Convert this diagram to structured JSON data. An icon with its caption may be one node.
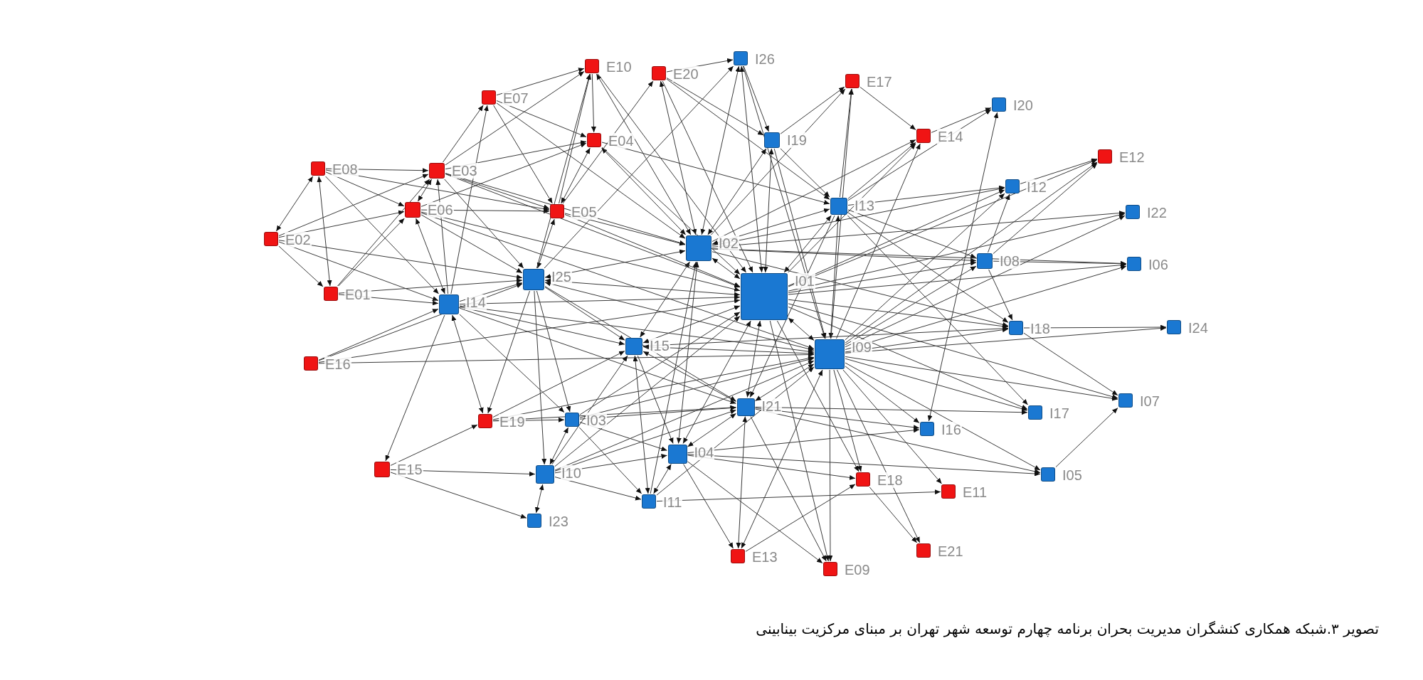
{
  "diagram": {
    "caption": "تصویر ۳.شبکه همکاری کنشگران مدیریت بحران برنامه چهارم توسعه شهر تهران بر مبنای مرکزیت بینابینی",
    "nodes": [
      {
        "text": [],
        "shape": "box",
        "beside": [
          "I26"
        ]
      },
      {
        "text": [],
        "shape": "box",
        "beside": [
          "E10"
        ]
      },
      {
        "text": [],
        "shape": "box",
        "beside": [
          "E20"
        ]
      },
      {
        "text": [],
        "shape": "box",
        "beside": [
          "E17"
        ]
      },
      {
        "text": [],
        "shape": "box",
        "beside": [
          "E07"
        ]
      },
      {
        "text": [],
        "shape": "box",
        "beside": [
          "I20"
        ]
      },
      {
        "text": [],
        "shape": "box",
        "beside": [
          "E14"
        ]
      },
      {
        "text": [],
        "shape": "box",
        "beside": [
          "E04"
        ]
      },
      {
        "text": [],
        "shape": "box",
        "beside": [
          "I19"
        ]
      },
      {
        "text": [],
        "shape": "box",
        "beside": [
          "E12"
        ]
      },
      {
        "text": [],
        "shape": "box",
        "beside": [
          "E08"
        ]
      },
      {
        "text": [],
        "shape": "box",
        "beside": [
          "E03"
        ]
      },
      {
        "text": [],
        "shape": "box",
        "beside": [
          "I12"
        ]
      },
      {
        "text": [],
        "shape": "box",
        "beside": [
          "I13"
        ]
      },
      {
        "text": [],
        "shape": "box",
        "beside": [
          "E06"
        ]
      },
      {
        "text": [],
        "shape": "box",
        "beside": [
          "E05"
        ]
      },
      {
        "text": [],
        "shape": "box",
        "beside": [
          "I22"
        ]
      },
      {
        "text": [],
        "shape": "box",
        "beside": [
          "E02"
        ]
      },
      {
        "text": [],
        "shape": "box",
        "beside": [
          "I02"
        ]
      },
      {
        "text": [],
        "shape": "box",
        "beside": [
          "I08"
        ]
      },
      {
        "text": [],
        "shape": "box",
        "beside": [
          "I06"
        ]
      },
      {
        "text": [],
        "shape": "box",
        "beside": [
          "I25"
        ]
      },
      {
        "text": [],
        "shape": "box",
        "beside": [
          "E01"
        ]
      },
      {
        "text": [],
        "shape": "box",
        "beside": [
          "I01"
        ]
      },
      {
        "text": [],
        "shape": "box",
        "beside": [
          "I14"
        ]
      },
      {
        "text": [],
        "shape": "box",
        "beside": [
          "I24"
        ]
      },
      {
        "text": [],
        "shape": "box",
        "beside": [
          "I18"
        ]
      },
      {
        "text": [],
        "shape": "box",
        "beside": [
          "I15"
        ]
      },
      {
        "text": [],
        "shape": "box",
        "beside": [
          "I09"
        ]
      },
      {
        "text": [],
        "shape": "box",
        "beside": [
          "E16"
        ]
      },
      {
        "text": [],
        "shape": "box",
        "beside": [
          "I07"
        ]
      },
      {
        "text": [],
        "shape": "box",
        "beside": [
          "I21"
        ]
      },
      {
        "text": [],
        "shape": "box",
        "beside": [
          "I17"
        ]
      },
      {
        "text": [],
        "shape": "box",
        "beside": [
          "I03"
        ]
      },
      {
        "text": [],
        "shape": "box",
        "beside": [
          "E19"
        ]
      },
      {
        "text": [],
        "shape": "box",
        "beside": [
          "I16"
        ]
      },
      {
        "text": [],
        "shape": "box",
        "beside": [
          "I04"
        ]
      },
      {
        "text": [],
        "shape": "box",
        "beside": [
          "E15"
        ]
      },
      {
        "text": [],
        "shape": "box",
        "beside": [
          "I10"
        ]
      },
      {
        "text": [],
        "shape": "box",
        "beside": [
          "I05"
        ]
      },
      {
        "text": [],
        "shape": "box",
        "beside": [
          "E18"
        ]
      },
      {
        "text": [],
        "shape": "box",
        "beside": [
          "E11"
        ]
      },
      {
        "text": [],
        "shape": "box",
        "beside": [
          "I11"
        ]
      },
      {
        "text": [],
        "shape": "box",
        "beside": [
          "I23"
        ]
      },
      {
        "text": [],
        "shape": "box",
        "beside": [
          "E21"
        ]
      },
      {
        "text": [],
        "shape": "box",
        "beside": [
          "E13"
        ]
      },
      {
        "text": [],
        "shape": "box",
        "beside": [
          "E09"
        ]
      }
    ],
    "edges": [
      {
        "from": 10,
        "to": 11,
        "arrow": "to"
      },
      {
        "from": 17,
        "to": 10,
        "arrow": "both"
      },
      {
        "from": 10,
        "to": 22,
        "arrow": "both"
      },
      {
        "from": 17,
        "to": 22,
        "arrow": "to"
      },
      {
        "from": 17,
        "to": 11,
        "arrow": "to"
      },
      {
        "from": 17,
        "to": 14,
        "arrow": "to"
      },
      {
        "from": 17,
        "to": 21,
        "arrow": "to"
      },
      {
        "from": 17,
        "to": 24,
        "arrow": "to"
      },
      {
        "from": 10,
        "to": 14,
        "arrow": "to"
      },
      {
        "from": 10,
        "to": 24,
        "arrow": "to"
      },
      {
        "from": 10,
        "to": 15,
        "arrow": "to"
      },
      {
        "from": 22,
        "to": 11,
        "arrow": "to"
      },
      {
        "from": 22,
        "to": 14,
        "arrow": "to"
      },
      {
        "from": 22,
        "to": 21,
        "arrow": "to"
      },
      {
        "from": 22,
        "to": 24,
        "arrow": "to"
      },
      {
        "from": 14,
        "to": 11,
        "arrow": "both"
      },
      {
        "from": 14,
        "to": 15,
        "arrow": "to"
      },
      {
        "from": 14,
        "to": 7,
        "arrow": "to"
      },
      {
        "from": 14,
        "to": 24,
        "arrow": "both"
      },
      {
        "from": 14,
        "to": 21,
        "arrow": "to"
      },
      {
        "from": 14,
        "to": 23,
        "arrow": "to"
      },
      {
        "from": 11,
        "to": 4,
        "arrow": "to"
      },
      {
        "from": 11,
        "to": 1,
        "arrow": "to"
      },
      {
        "from": 11,
        "to": 7,
        "arrow": "to"
      },
      {
        "from": 11,
        "to": 15,
        "arrow": "to"
      },
      {
        "from": 11,
        "to": 21,
        "arrow": "to"
      },
      {
        "from": 11,
        "to": 18,
        "arrow": "to"
      },
      {
        "from": 4,
        "to": 7,
        "arrow": "to"
      },
      {
        "from": 4,
        "to": 15,
        "arrow": "to"
      },
      {
        "from": 4,
        "to": 1,
        "arrow": "to"
      },
      {
        "from": 4,
        "to": 18,
        "arrow": "to"
      },
      {
        "from": 24,
        "to": 4,
        "arrow": "to"
      },
      {
        "from": 21,
        "to": 15,
        "arrow": "both"
      },
      {
        "from": 15,
        "to": 1,
        "arrow": "to"
      },
      {
        "from": 1,
        "to": 7,
        "arrow": "to"
      },
      {
        "from": 24,
        "to": 21,
        "arrow": "to"
      },
      {
        "from": 24,
        "to": 11,
        "arrow": "to"
      },
      {
        "from": 7,
        "to": 15,
        "arrow": "both"
      },
      {
        "from": 21,
        "to": 1,
        "arrow": "to"
      },
      {
        "from": 2,
        "to": 0,
        "arrow": "to"
      },
      {
        "from": 15,
        "to": 2,
        "arrow": "to"
      },
      {
        "from": 1,
        "to": 18,
        "arrow": "both"
      },
      {
        "from": 2,
        "to": 18,
        "arrow": "both"
      },
      {
        "from": 2,
        "to": 8,
        "arrow": "to"
      },
      {
        "from": 2,
        "to": 13,
        "arrow": "to"
      },
      {
        "from": 0,
        "to": 8,
        "arrow": "to"
      },
      {
        "from": 0,
        "to": 18,
        "arrow": "both"
      },
      {
        "from": 0,
        "to": 23,
        "arrow": "both"
      },
      {
        "from": 0,
        "to": 28,
        "arrow": "to"
      },
      {
        "from": 21,
        "to": 0,
        "arrow": "to"
      },
      {
        "from": 8,
        "to": 3,
        "arrow": "to"
      },
      {
        "from": 18,
        "to": 3,
        "arrow": "to"
      },
      {
        "from": 13,
        "to": 3,
        "arrow": "to"
      },
      {
        "from": 3,
        "to": 6,
        "arrow": "to"
      },
      {
        "from": 7,
        "to": 13,
        "arrow": "to"
      },
      {
        "from": 8,
        "to": 13,
        "arrow": "to"
      },
      {
        "from": 8,
        "to": 23,
        "arrow": "both"
      },
      {
        "from": 8,
        "to": 18,
        "arrow": "both"
      },
      {
        "from": 18,
        "to": 13,
        "arrow": "both"
      },
      {
        "from": 13,
        "to": 23,
        "arrow": "both"
      },
      {
        "from": 18,
        "to": 23,
        "arrow": "both"
      },
      {
        "from": 18,
        "to": 19,
        "arrow": "to"
      },
      {
        "from": 7,
        "to": 18,
        "arrow": "both"
      },
      {
        "from": 7,
        "to": 23,
        "arrow": "to"
      },
      {
        "from": 1,
        "to": 23,
        "arrow": "to"
      },
      {
        "from": 2,
        "to": 23,
        "arrow": "to"
      },
      {
        "from": 8,
        "to": 28,
        "arrow": "to"
      },
      {
        "from": 6,
        "to": 5,
        "arrow": "to"
      },
      {
        "from": 13,
        "to": 5,
        "arrow": "to"
      },
      {
        "from": 5,
        "to": 35,
        "arrow": "both"
      },
      {
        "from": 12,
        "to": 9,
        "arrow": "to"
      },
      {
        "from": 19,
        "to": 12,
        "arrow": "to"
      },
      {
        "from": 19,
        "to": 26,
        "arrow": "to"
      },
      {
        "from": 19,
        "to": 20,
        "arrow": "to"
      },
      {
        "from": 19,
        "to": 9,
        "arrow": "to"
      },
      {
        "from": 28,
        "to": 9,
        "arrow": "to"
      },
      {
        "from": 28,
        "to": 16,
        "arrow": "to"
      },
      {
        "from": 28,
        "to": 20,
        "arrow": "to"
      },
      {
        "from": 18,
        "to": 16,
        "arrow": "to"
      },
      {
        "from": 23,
        "to": 16,
        "arrow": "to"
      },
      {
        "from": 13,
        "to": 12,
        "arrow": "to"
      },
      {
        "from": 18,
        "to": 12,
        "arrow": "to"
      },
      {
        "from": 18,
        "to": 6,
        "arrow": "to"
      },
      {
        "from": 23,
        "to": 6,
        "arrow": "to"
      },
      {
        "from": 13,
        "to": 6,
        "arrow": "to"
      },
      {
        "from": 23,
        "to": 19,
        "arrow": "to"
      },
      {
        "from": 28,
        "to": 19,
        "arrow": "to"
      },
      {
        "from": 23,
        "to": 12,
        "arrow": "to"
      },
      {
        "from": 28,
        "to": 12,
        "arrow": "to"
      },
      {
        "from": 23,
        "to": 20,
        "arrow": "to"
      },
      {
        "from": 13,
        "to": 19,
        "arrow": "to"
      },
      {
        "from": 23,
        "to": 9,
        "arrow": "to"
      },
      {
        "from": 26,
        "to": 25,
        "arrow": "to"
      },
      {
        "from": 26,
        "to": 30,
        "arrow": "to"
      },
      {
        "from": 39,
        "to": 30,
        "arrow": "to"
      },
      {
        "from": 28,
        "to": 30,
        "arrow": "to"
      },
      {
        "from": 23,
        "to": 30,
        "arrow": "to"
      },
      {
        "from": 28,
        "to": 32,
        "arrow": "to"
      },
      {
        "from": 31,
        "to": 32,
        "arrow": "to"
      },
      {
        "from": 13,
        "to": 32,
        "arrow": "to"
      },
      {
        "from": 28,
        "to": 35,
        "arrow": "to"
      },
      {
        "from": 31,
        "to": 35,
        "arrow": "to"
      },
      {
        "from": 36,
        "to": 35,
        "arrow": "to"
      },
      {
        "from": 36,
        "to": 39,
        "arrow": "to"
      },
      {
        "from": 31,
        "to": 39,
        "arrow": "to"
      },
      {
        "from": 28,
        "to": 39,
        "arrow": "to"
      },
      {
        "from": 28,
        "to": 41,
        "arrow": "to"
      },
      {
        "from": 42,
        "to": 41,
        "arrow": "to"
      },
      {
        "from": 28,
        "to": 44,
        "arrow": "to"
      },
      {
        "from": 40,
        "to": 44,
        "arrow": "to"
      },
      {
        "from": 28,
        "to": 25,
        "arrow": "to"
      },
      {
        "from": 23,
        "to": 26,
        "arrow": "to"
      },
      {
        "from": 28,
        "to": 26,
        "arrow": "to"
      },
      {
        "from": 18,
        "to": 26,
        "arrow": "to"
      },
      {
        "from": 13,
        "to": 26,
        "arrow": "to"
      },
      {
        "from": 27,
        "to": 26,
        "arrow": "to"
      },
      {
        "from": 45,
        "to": 40,
        "arrow": "to"
      },
      {
        "from": 36,
        "to": 40,
        "arrow": "to"
      },
      {
        "from": 31,
        "to": 45,
        "arrow": "both"
      },
      {
        "from": 28,
        "to": 46,
        "arrow": "to"
      },
      {
        "from": 36,
        "to": 45,
        "arrow": "to"
      },
      {
        "from": 36,
        "to": 46,
        "arrow": "to"
      },
      {
        "from": 31,
        "to": 46,
        "arrow": "to"
      },
      {
        "from": 28,
        "to": 45,
        "arrow": "both"
      },
      {
        "from": 27,
        "to": 42,
        "arrow": "both"
      },
      {
        "from": 27,
        "to": 36,
        "arrow": "to"
      },
      {
        "from": 36,
        "to": 42,
        "arrow": "both"
      },
      {
        "from": 33,
        "to": 42,
        "arrow": "to"
      },
      {
        "from": 38,
        "to": 42,
        "arrow": "to"
      },
      {
        "from": 31,
        "to": 27,
        "arrow": "to"
      },
      {
        "from": 28,
        "to": 40,
        "arrow": "to"
      },
      {
        "from": 23,
        "to": 40,
        "arrow": "to"
      },
      {
        "from": 23,
        "to": 46,
        "arrow": "to"
      },
      {
        "from": 23,
        "to": 31,
        "arrow": "both"
      },
      {
        "from": 28,
        "to": 31,
        "arrow": "both"
      },
      {
        "from": 23,
        "to": 28,
        "arrow": "both"
      },
      {
        "from": 23,
        "to": 36,
        "arrow": "both"
      },
      {
        "from": 18,
        "to": 36,
        "arrow": "both"
      },
      {
        "from": 23,
        "to": 27,
        "arrow": "both"
      },
      {
        "from": 28,
        "to": 27,
        "arrow": "both"
      },
      {
        "from": 18,
        "to": 27,
        "arrow": "both"
      },
      {
        "from": 31,
        "to": 36,
        "arrow": "both"
      },
      {
        "from": 29,
        "to": 24,
        "arrow": "to"
      },
      {
        "from": 29,
        "to": 23,
        "arrow": "to"
      },
      {
        "from": 29,
        "to": 28,
        "arrow": "to"
      },
      {
        "from": 24,
        "to": 34,
        "arrow": "both"
      },
      {
        "from": 24,
        "to": 37,
        "arrow": "to"
      },
      {
        "from": 21,
        "to": 34,
        "arrow": "to"
      },
      {
        "from": 34,
        "to": 33,
        "arrow": "to"
      },
      {
        "from": 34,
        "to": 27,
        "arrow": "to"
      },
      {
        "from": 34,
        "to": 31,
        "arrow": "to"
      },
      {
        "from": 37,
        "to": 38,
        "arrow": "to"
      },
      {
        "from": 37,
        "to": 43,
        "arrow": "to"
      },
      {
        "from": 37,
        "to": 34,
        "arrow": "to"
      },
      {
        "from": 38,
        "to": 43,
        "arrow": "both"
      },
      {
        "from": 38,
        "to": 33,
        "arrow": "both"
      },
      {
        "from": 21,
        "to": 38,
        "arrow": "to"
      },
      {
        "from": 24,
        "to": 27,
        "arrow": "to"
      },
      {
        "from": 21,
        "to": 18,
        "arrow": "both"
      },
      {
        "from": 21,
        "to": 23,
        "arrow": "both"
      },
      {
        "from": 21,
        "to": 28,
        "arrow": "both"
      },
      {
        "from": 21,
        "to": 27,
        "arrow": "to"
      },
      {
        "from": 21,
        "to": 33,
        "arrow": "to"
      },
      {
        "from": 21,
        "to": 31,
        "arrow": "to"
      },
      {
        "from": 24,
        "to": 23,
        "arrow": "to"
      },
      {
        "from": 24,
        "to": 28,
        "arrow": "to"
      },
      {
        "from": 24,
        "to": 31,
        "arrow": "to"
      },
      {
        "from": 33,
        "to": 23,
        "arrow": "to"
      },
      {
        "from": 33,
        "to": 28,
        "arrow": "to"
      },
      {
        "from": 33,
        "to": 31,
        "arrow": "to"
      },
      {
        "from": 38,
        "to": 23,
        "arrow": "to"
      },
      {
        "from": 38,
        "to": 28,
        "arrow": "to"
      },
      {
        "from": 38,
        "to": 27,
        "arrow": "to"
      },
      {
        "from": 38,
        "to": 31,
        "arrow": "to"
      },
      {
        "from": 38,
        "to": 36,
        "arrow": "to"
      },
      {
        "from": 42,
        "to": 18,
        "arrow": "to"
      },
      {
        "from": 42,
        "to": 28,
        "arrow": "to"
      },
      {
        "from": 15,
        "to": 23,
        "arrow": "to"
      },
      {
        "from": 15,
        "to": 18,
        "arrow": "to"
      },
      {
        "from": 11,
        "to": 23,
        "arrow": "to"
      },
      {
        "from": 14,
        "to": 28,
        "arrow": "to"
      },
      {
        "from": 29,
        "to": 21,
        "arrow": "to"
      },
      {
        "from": 24,
        "to": 33,
        "arrow": "to"
      },
      {
        "from": 33,
        "to": 36,
        "arrow": "to"
      },
      {
        "from": 23,
        "to": 32,
        "arrow": "to"
      },
      {
        "from": 18,
        "to": 20,
        "arrow": "to"
      },
      {
        "from": 13,
        "to": 28,
        "arrow": "both"
      },
      {
        "from": 13,
        "to": 31,
        "arrow": "to"
      },
      {
        "from": 28,
        "to": 3,
        "arrow": "to"
      },
      {
        "from": 28,
        "to": 6,
        "arrow": "to"
      },
      {
        "from": 34,
        "to": 28,
        "arrow": "to"
      }
    ]
  }
}
